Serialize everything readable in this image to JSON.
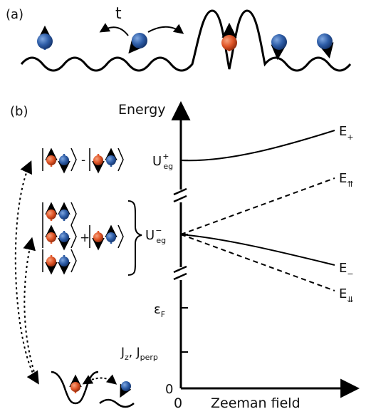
{
  "panel_a": {
    "label": "(a)",
    "hop": "t"
  },
  "panel_b": {
    "label": "(b)",
    "y_title": "Energy",
    "x_title": "Zeeman field",
    "x_zero": "0",
    "y_ticks": {
      "ueg_plus": "U",
      "ueg_plus_sup": "+",
      "ueg_plus_sub": "eg",
      "ueg_minus": "U",
      "ueg_minus_sup": "−",
      "ueg_minus_sub": "eg",
      "ef": "ε",
      "ef_sub": "F",
      "j": "J",
      "j_sub1": "z",
      "j_mid": ", J",
      "j_sub2": "perp",
      "zero": "0"
    },
    "curves": {
      "e_plus": "E",
      "e_plus_sub": "+",
      "e_upup": "E",
      "e_upup_sub": "⇈",
      "e_minus": "E",
      "e_minus_sub": "−",
      "e_dndn": "E",
      "e_dndn_sub": "⇊"
    },
    "states": {
      "minus_sign": "-",
      "plus_sign": "+"
    }
  },
  "colors": {
    "orange": "#e0572a",
    "blue": "#2d5aa0",
    "line": "#000000"
  }
}
